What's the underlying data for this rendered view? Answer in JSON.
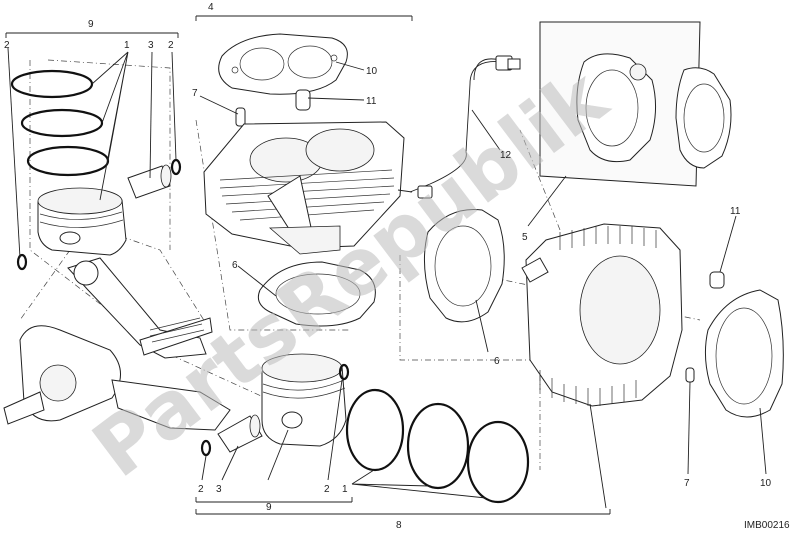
{
  "diagram": {
    "image_code": "IMB00216",
    "watermark": "PartsRepublik",
    "callouts": {
      "n1a": "1",
      "n2a": "2",
      "n3a": "3",
      "n2b": "2",
      "n9a": "9",
      "n4": "4",
      "n10a": "10",
      "n7a": "7",
      "n11a": "11",
      "n6a": "6",
      "n12": "12",
      "n5": "5",
      "n11b": "11",
      "n6b": "6",
      "n7b": "7",
      "n10b": "10",
      "n2c": "2",
      "n3b": "3",
      "n9b": "9",
      "n2d": "2",
      "n1b": "1",
      "n8": "8"
    }
  }
}
